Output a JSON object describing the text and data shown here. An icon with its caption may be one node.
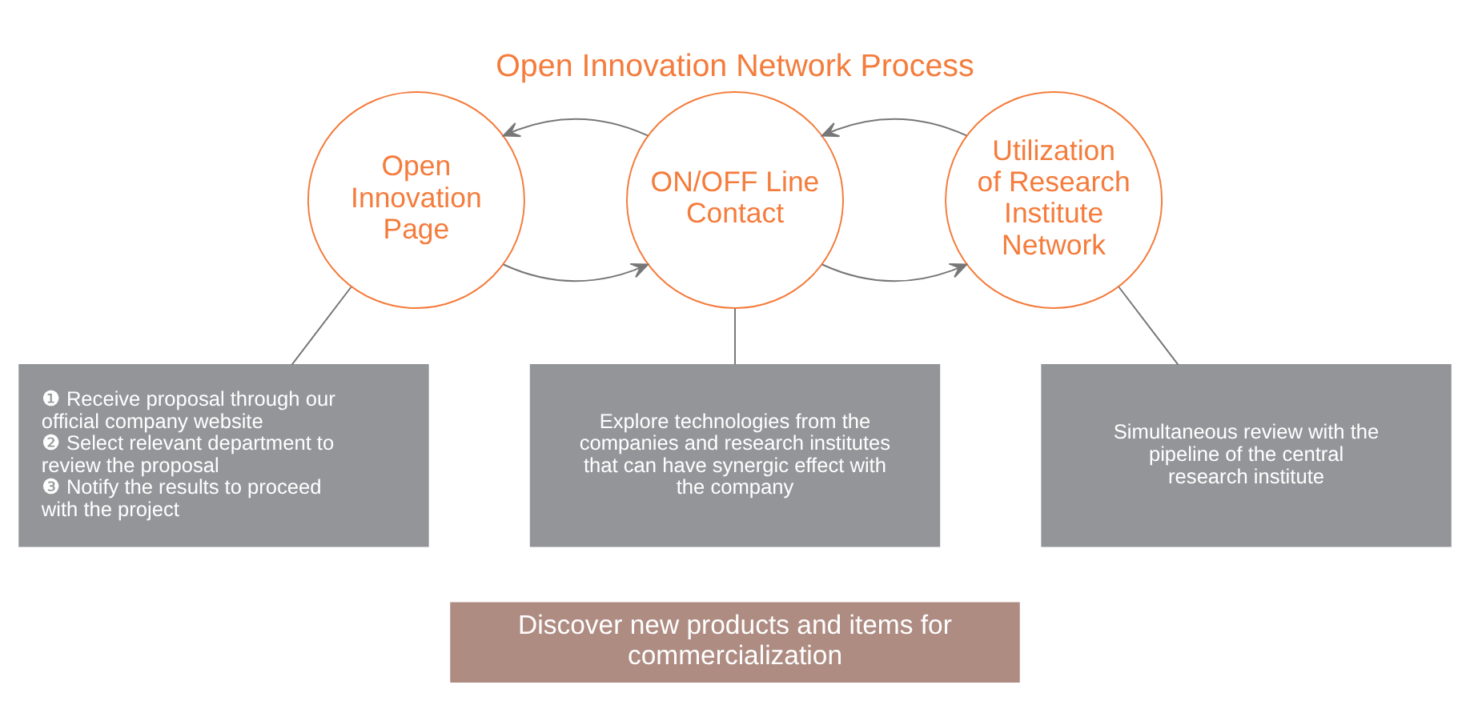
{
  "diagram": {
    "title": "Open Innovation Network Process",
    "nodes": [
      {
        "text": [
          "Open Innovation Page"
        ]
      },
      {
        "text": [
          "ON/OFF Line Contact"
        ]
      },
      {
        "text": [
          "Utilization of Research Institute Network"
        ]
      },
      {
        "text": [
          "❶ Receive proposal through our official company website",
          "❷ Select relevant department to review the proposal",
          "❸ Notify the results to proceed with the project"
        ]
      },
      {
        "text": [
          "Explore technologies from the companies and research institutes that can have synergic effect with the company"
        ]
      },
      {
        "text": [
          "Simultaneous review with the pipeline of the central research institute"
        ]
      },
      {
        "text": [
          "Discover new products and items for commercialization"
        ]
      }
    ],
    "edges": [
      {
        "from": 0,
        "to": 1,
        "arrow": "to"
      },
      {
        "from": 1,
        "to": 0,
        "arrow": "to"
      },
      {
        "from": 1,
        "to": 2,
        "arrow": "to"
      },
      {
        "from": 2,
        "to": 1,
        "arrow": "to"
      },
      {
        "from": 0,
        "to": 3,
        "arrow": "none"
      },
      {
        "from": 1,
        "to": 4,
        "arrow": "none"
      },
      {
        "from": 2,
        "to": 5,
        "arrow": "none"
      }
    ]
  }
}
